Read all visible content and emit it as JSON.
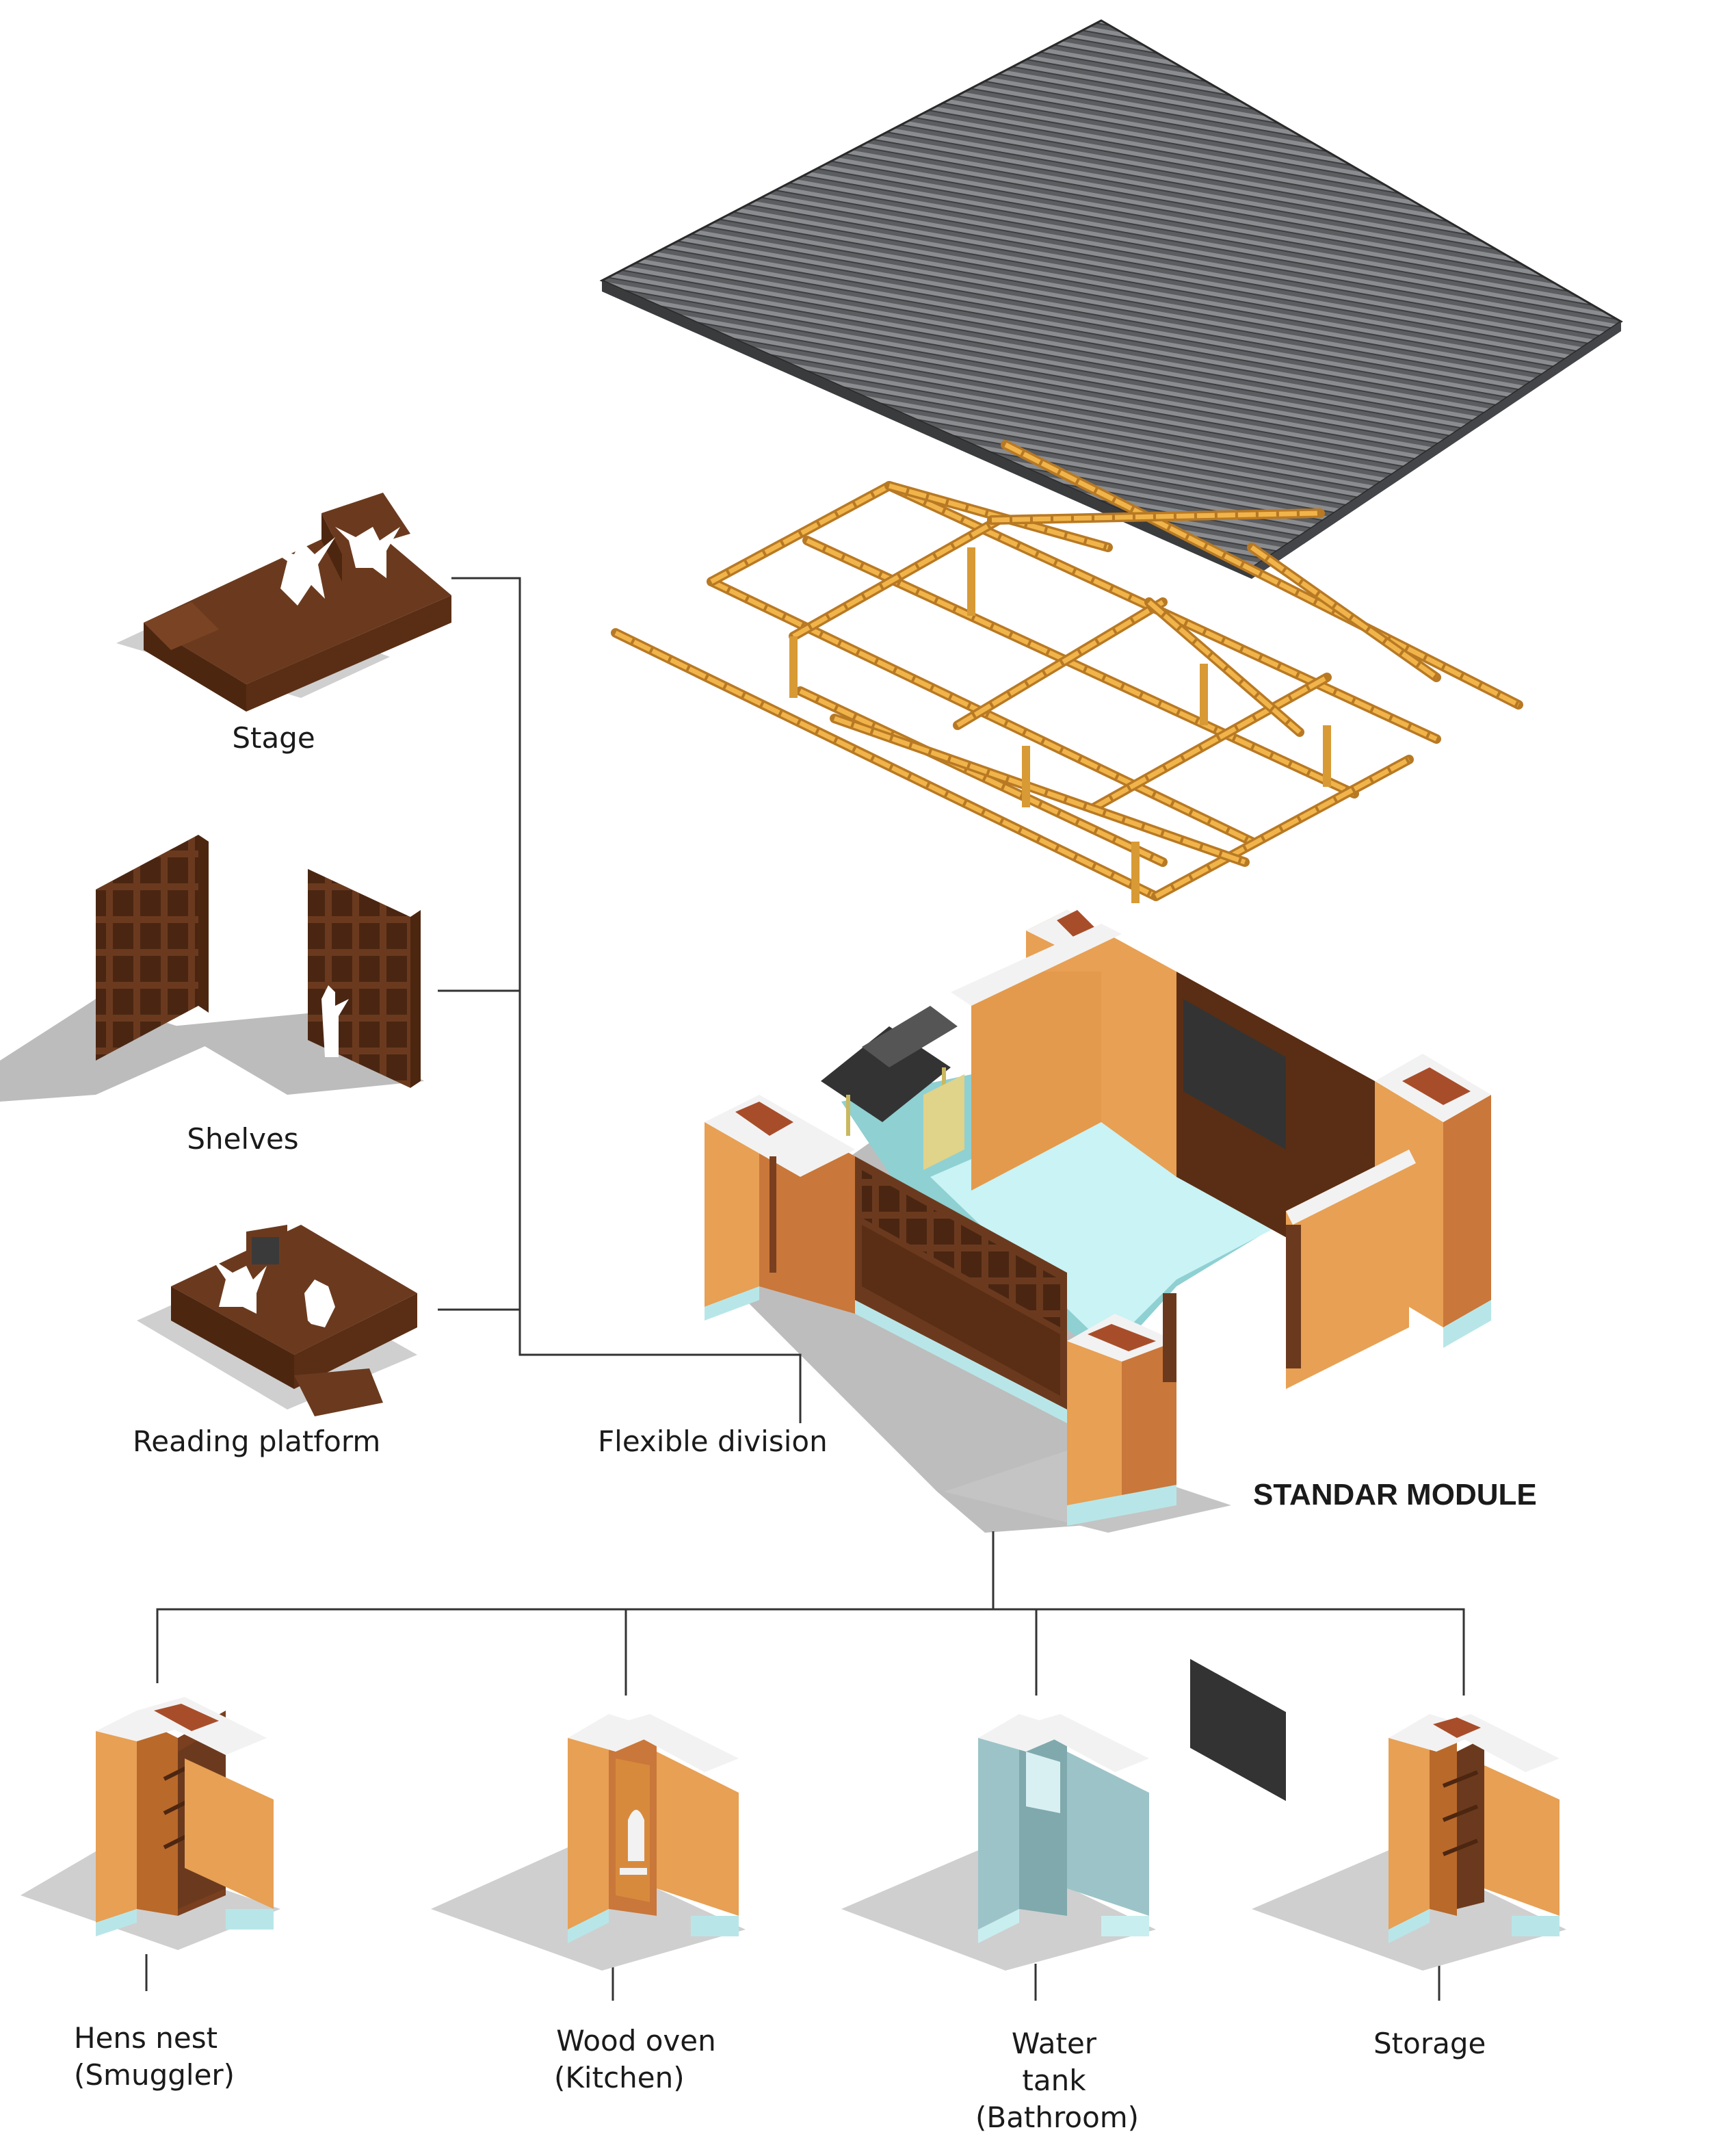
{
  "title": "STANDAR MODULE",
  "furniture": {
    "stage": "Stage",
    "shelves": "Shelves",
    "reading_platform": "Reading platform",
    "flexible_division": "Flexible division"
  },
  "modules": [
    {
      "name": "Hens nest",
      "sub": "(Smuggler)"
    },
    {
      "name": "Wood oven",
      "sub": "(Kitchen)"
    },
    {
      "name": "Water tank",
      "sub": "(Bathroom)"
    },
    {
      "name": "Storage",
      "sub": ""
    }
  ],
  "colors": {
    "roof": "#55575a",
    "bamboo": "#e8a53a",
    "wall": "#e7a054",
    "wall_dark": "#b9692a",
    "cap": "#f2f2f2",
    "base": "#b8e6e8",
    "floor": "#8fd0d2",
    "floor_light": "#c9f3f5",
    "wood": "#7a3f1f",
    "wood_dark": "#4d2610",
    "shadow": "#c8c8c8",
    "line": "#333333",
    "tank": "#9cc4c8"
  }
}
